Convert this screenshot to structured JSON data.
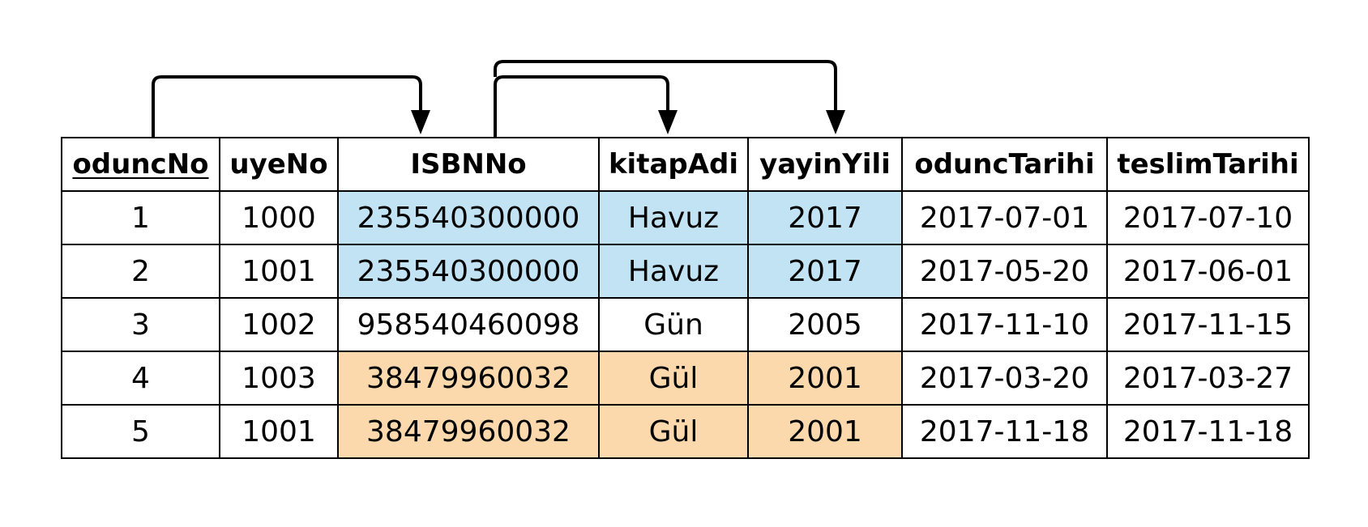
{
  "colors": {
    "blue_group": "#c2e3f4",
    "orange_group": "#fcd9ad",
    "line": "#000000"
  },
  "table": {
    "columns": [
      {
        "label": "oduncNo",
        "primary_key": true
      },
      {
        "label": "uyeNo",
        "primary_key": false
      },
      {
        "label": "ISBNNo",
        "primary_key": false
      },
      {
        "label": "kitapAdi",
        "primary_key": false
      },
      {
        "label": "yayinYili",
        "primary_key": false
      },
      {
        "label": "oduncTarihi",
        "primary_key": false
      },
      {
        "label": "teslimTarihi",
        "primary_key": false
      }
    ],
    "rows": [
      {
        "cells": [
          "1",
          "1000",
          "235540300000",
          "Havuz",
          "2017",
          "2017-07-01",
          "2017-07-10"
        ],
        "highlight": "blue"
      },
      {
        "cells": [
          "2",
          "1001",
          "235540300000",
          "Havuz",
          "2017",
          "2017-05-20",
          "2017-06-01"
        ],
        "highlight": "blue"
      },
      {
        "cells": [
          "3",
          "1002",
          "958540460098",
          "Gün",
          "2005",
          "2017-11-10",
          "2017-11-15"
        ],
        "highlight": ""
      },
      {
        "cells": [
          "4",
          "1003",
          "38479960032",
          "Gül",
          "2001",
          "2017-03-20",
          "2017-03-27"
        ],
        "highlight": "orange"
      },
      {
        "cells": [
          "5",
          "1001",
          "38479960032",
          "Gül",
          "2001",
          "2017-11-18",
          "2017-11-18"
        ],
        "highlight": "orange"
      }
    ],
    "highlight_columns": [
      2,
      3,
      4
    ]
  },
  "dependencies": [
    {
      "from": "oduncNo",
      "to": "ISBNNo"
    },
    {
      "from": "ISBNNo",
      "to": "kitapAdi"
    },
    {
      "from": "ISBNNo",
      "to": "yayinYili"
    }
  ]
}
